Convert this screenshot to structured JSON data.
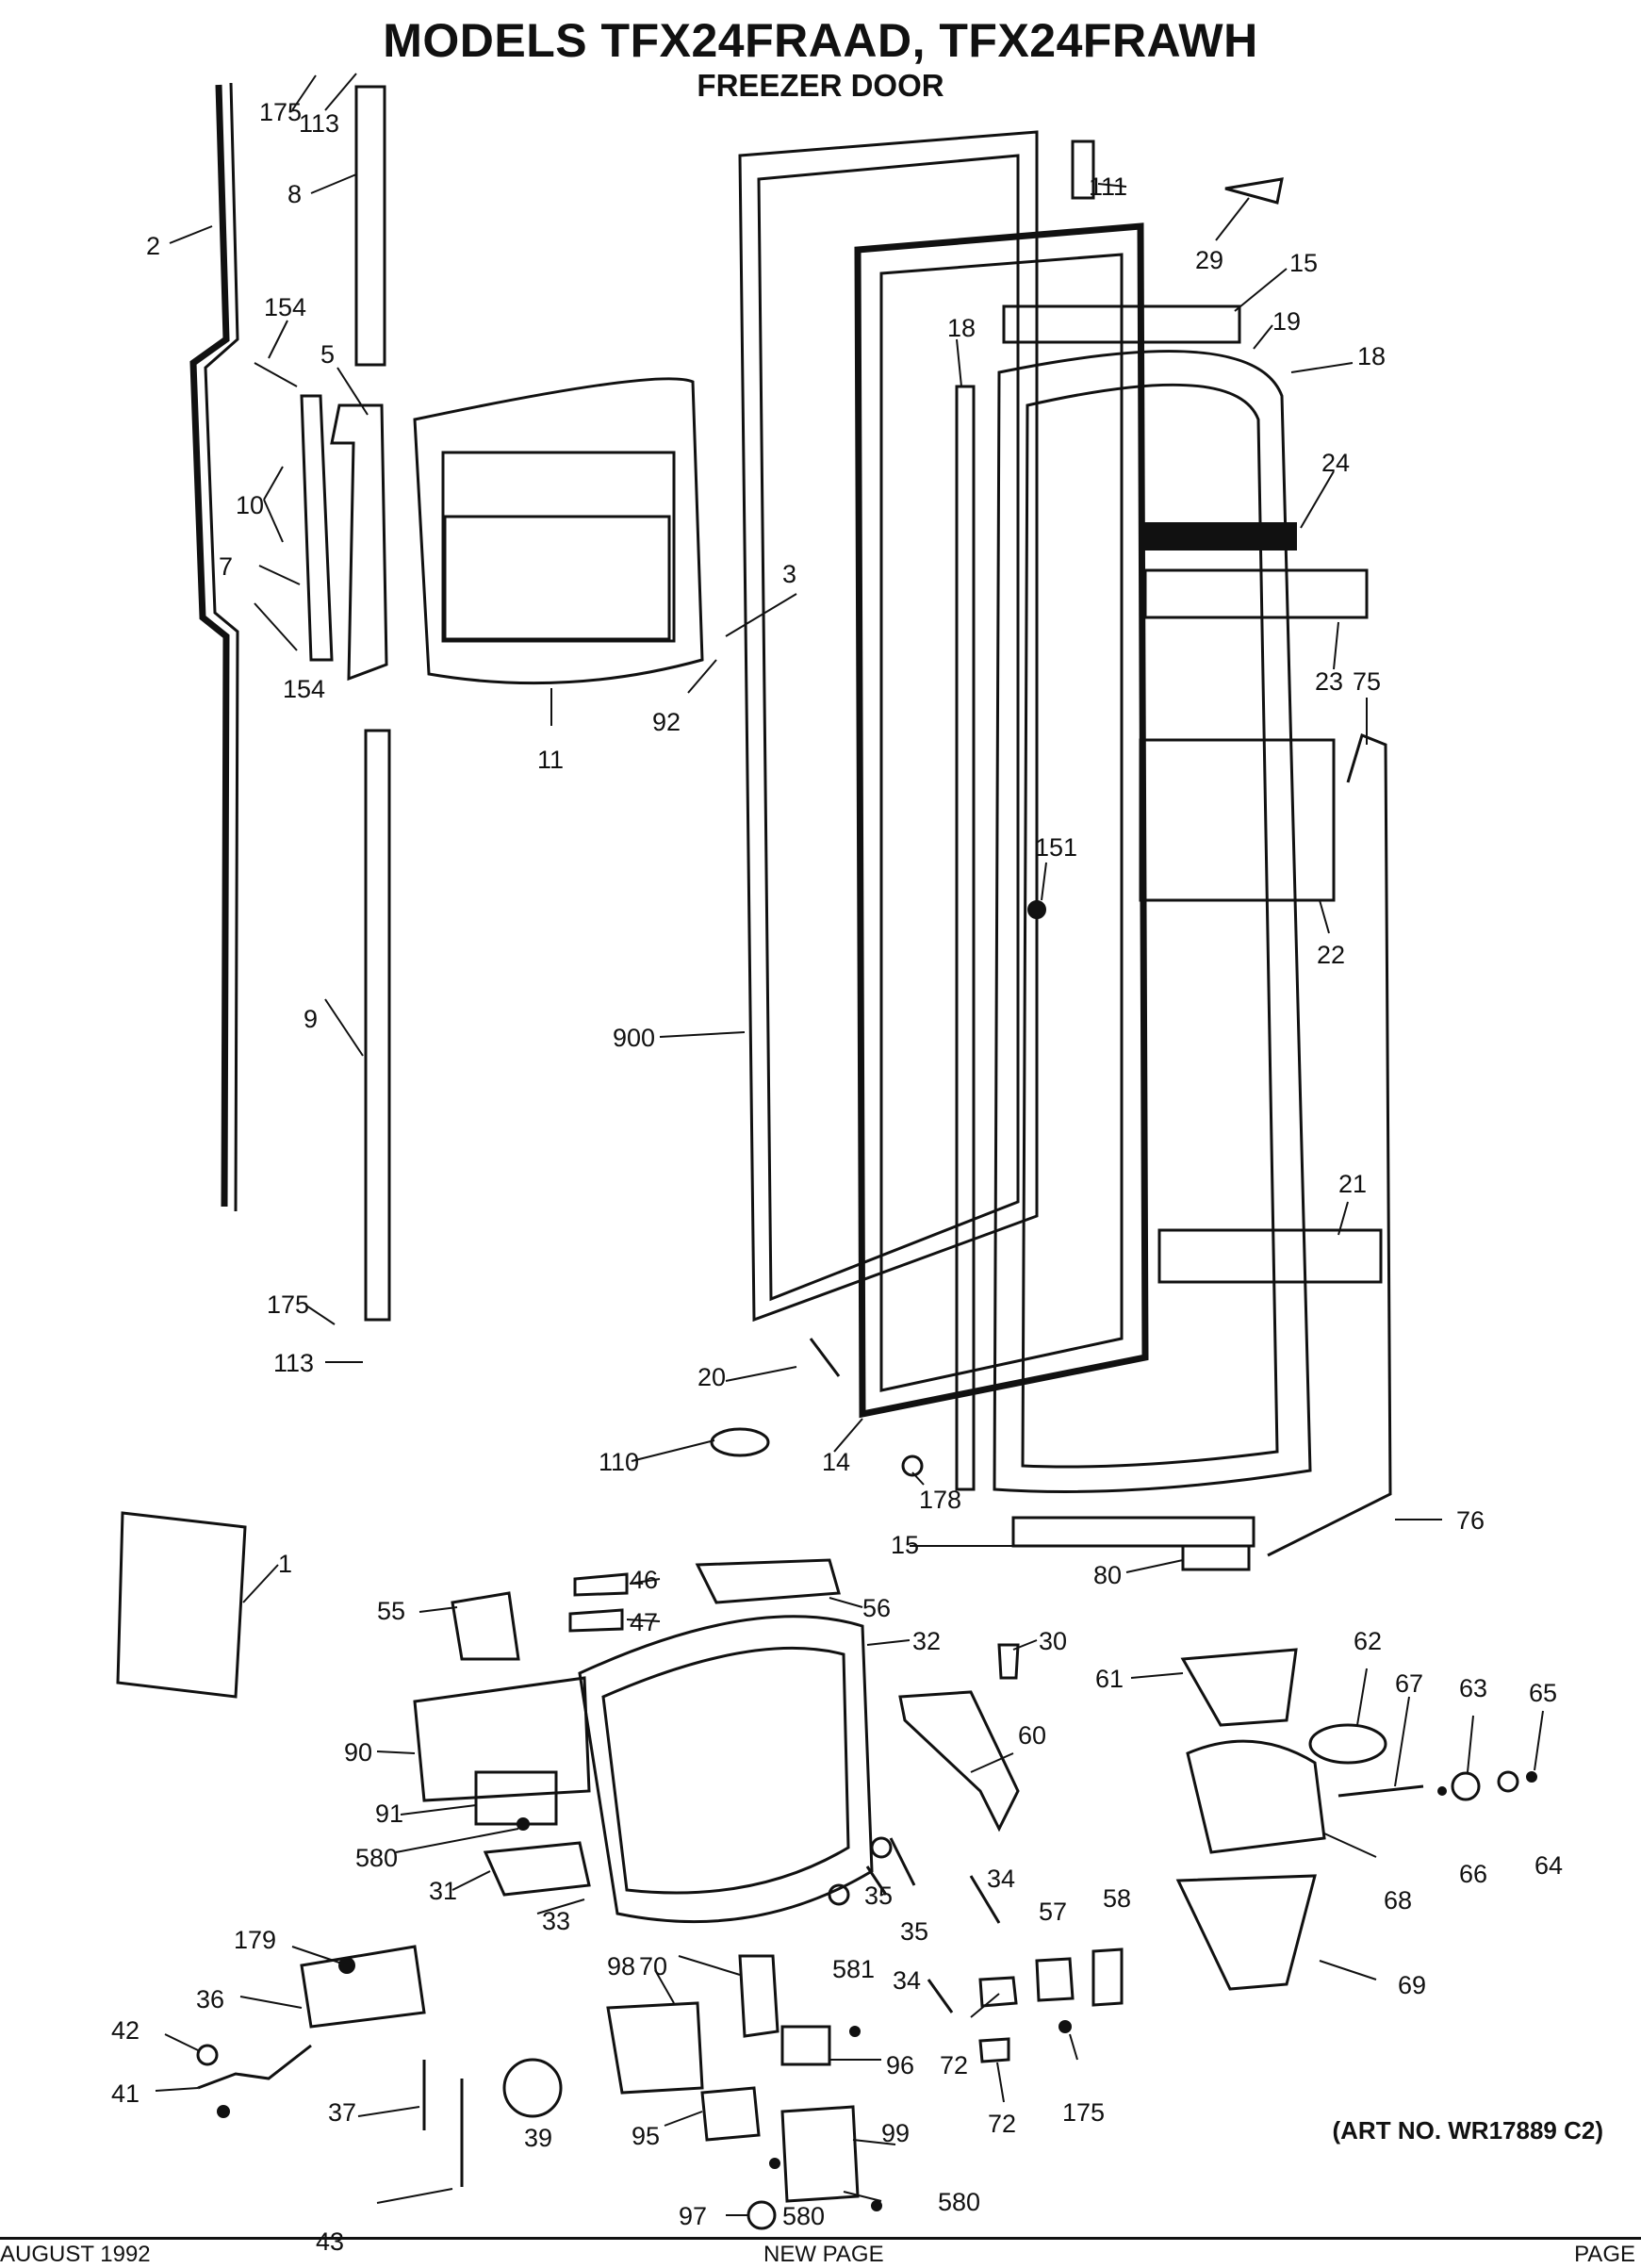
{
  "header": {
    "title": "MODELS TFX24FRAAD, TFX24FRAWH",
    "subtitle": "FREEZER DOOR"
  },
  "art_number": "(ART NO. WR17889 C2)",
  "footer": {
    "left": "AUGUST 1992",
    "center": "NEW PAGE",
    "right": "PAGE"
  },
  "callouts": [
    "175",
    "113",
    "8",
    "2",
    "154",
    "5",
    "10",
    "7",
    "154",
    "11",
    "3",
    "92",
    "9",
    "900",
    "175",
    "113",
    "20",
    "110",
    "14",
    "178",
    "111",
    "29",
    "15",
    "19",
    "18",
    "18",
    "24",
    "23",
    "75",
    "151",
    "22",
    "21",
    "76",
    "15",
    "80",
    "1",
    "55",
    "46",
    "47",
    "56",
    "32",
    "30",
    "90",
    "91",
    "580",
    "31",
    "33",
    "34",
    "35",
    "35",
    "34",
    "60",
    "61",
    "62",
    "67",
    "63",
    "65",
    "66",
    "64",
    "68",
    "69",
    "179",
    "36",
    "42",
    "41",
    "37",
    "43",
    "39",
    "98",
    "70",
    "581",
    "96",
    "95",
    "97",
    "580",
    "99",
    "580",
    "72",
    "72",
    "57",
    "58",
    "175"
  ]
}
